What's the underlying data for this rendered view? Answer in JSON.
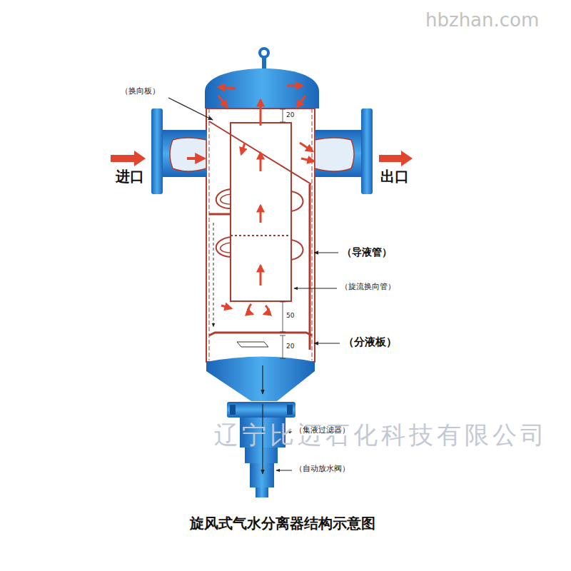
{
  "diagram": {
    "title": "旋风式气水分离器结构示意图",
    "labels": [
      "hbzhan.com",
      "（换向板）",
      "进口",
      "出口",
      "20",
      "（导液管）",
      "（旋流换向管）",
      "50",
      "（分液板）",
      "20",
      "辽宁比迈石化科技有限公司",
      "（集液过滤器）",
      "（自动放水阀）"
    ]
  }
}
